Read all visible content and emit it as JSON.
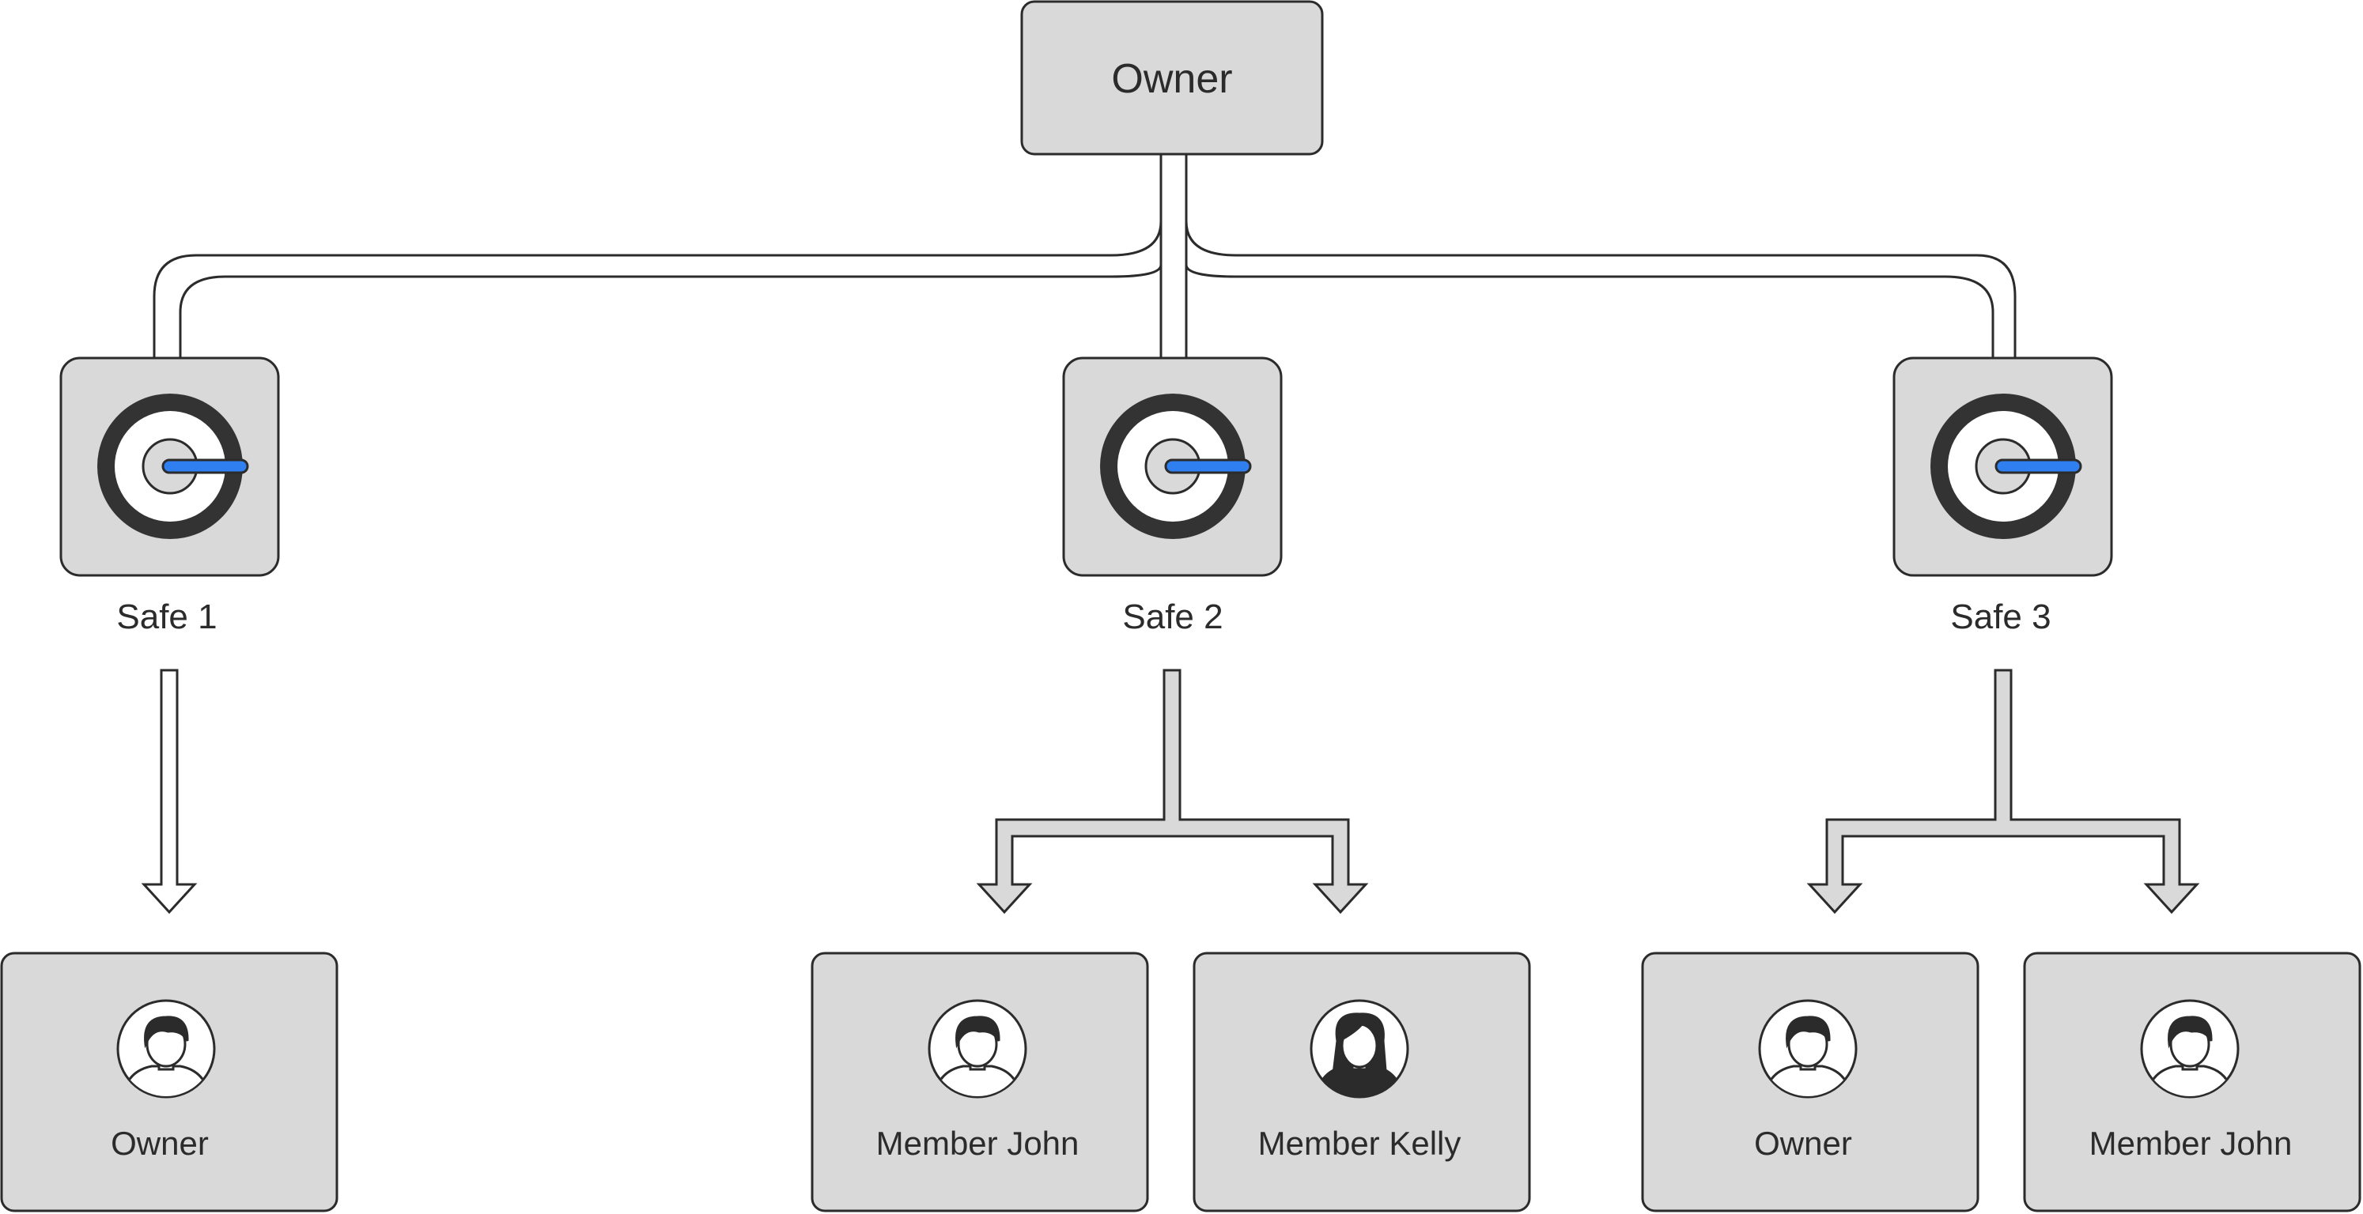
{
  "root": {
    "label": "Owner"
  },
  "safes": [
    {
      "label": "Safe 1",
      "members": [
        {
          "label": "Owner",
          "avatar": "man-avatar-icon"
        }
      ]
    },
    {
      "label": "Safe 2",
      "members": [
        {
          "label": "Member John",
          "avatar": "man-avatar-icon"
        },
        {
          "label": "Member Kelly",
          "avatar": "woman-avatar-icon"
        }
      ]
    },
    {
      "label": "Safe 3",
      "members": [
        {
          "label": "Owner",
          "avatar": "man-avatar-icon"
        },
        {
          "label": "Member John",
          "avatar": "man-avatar-icon"
        }
      ]
    }
  ],
  "colors": {
    "node_fill": "#d9d9d9",
    "stroke": "#2b2b2b",
    "dial_ring": "#333333",
    "dial_hand": "#2f7ff0",
    "background": "#ffffff"
  }
}
